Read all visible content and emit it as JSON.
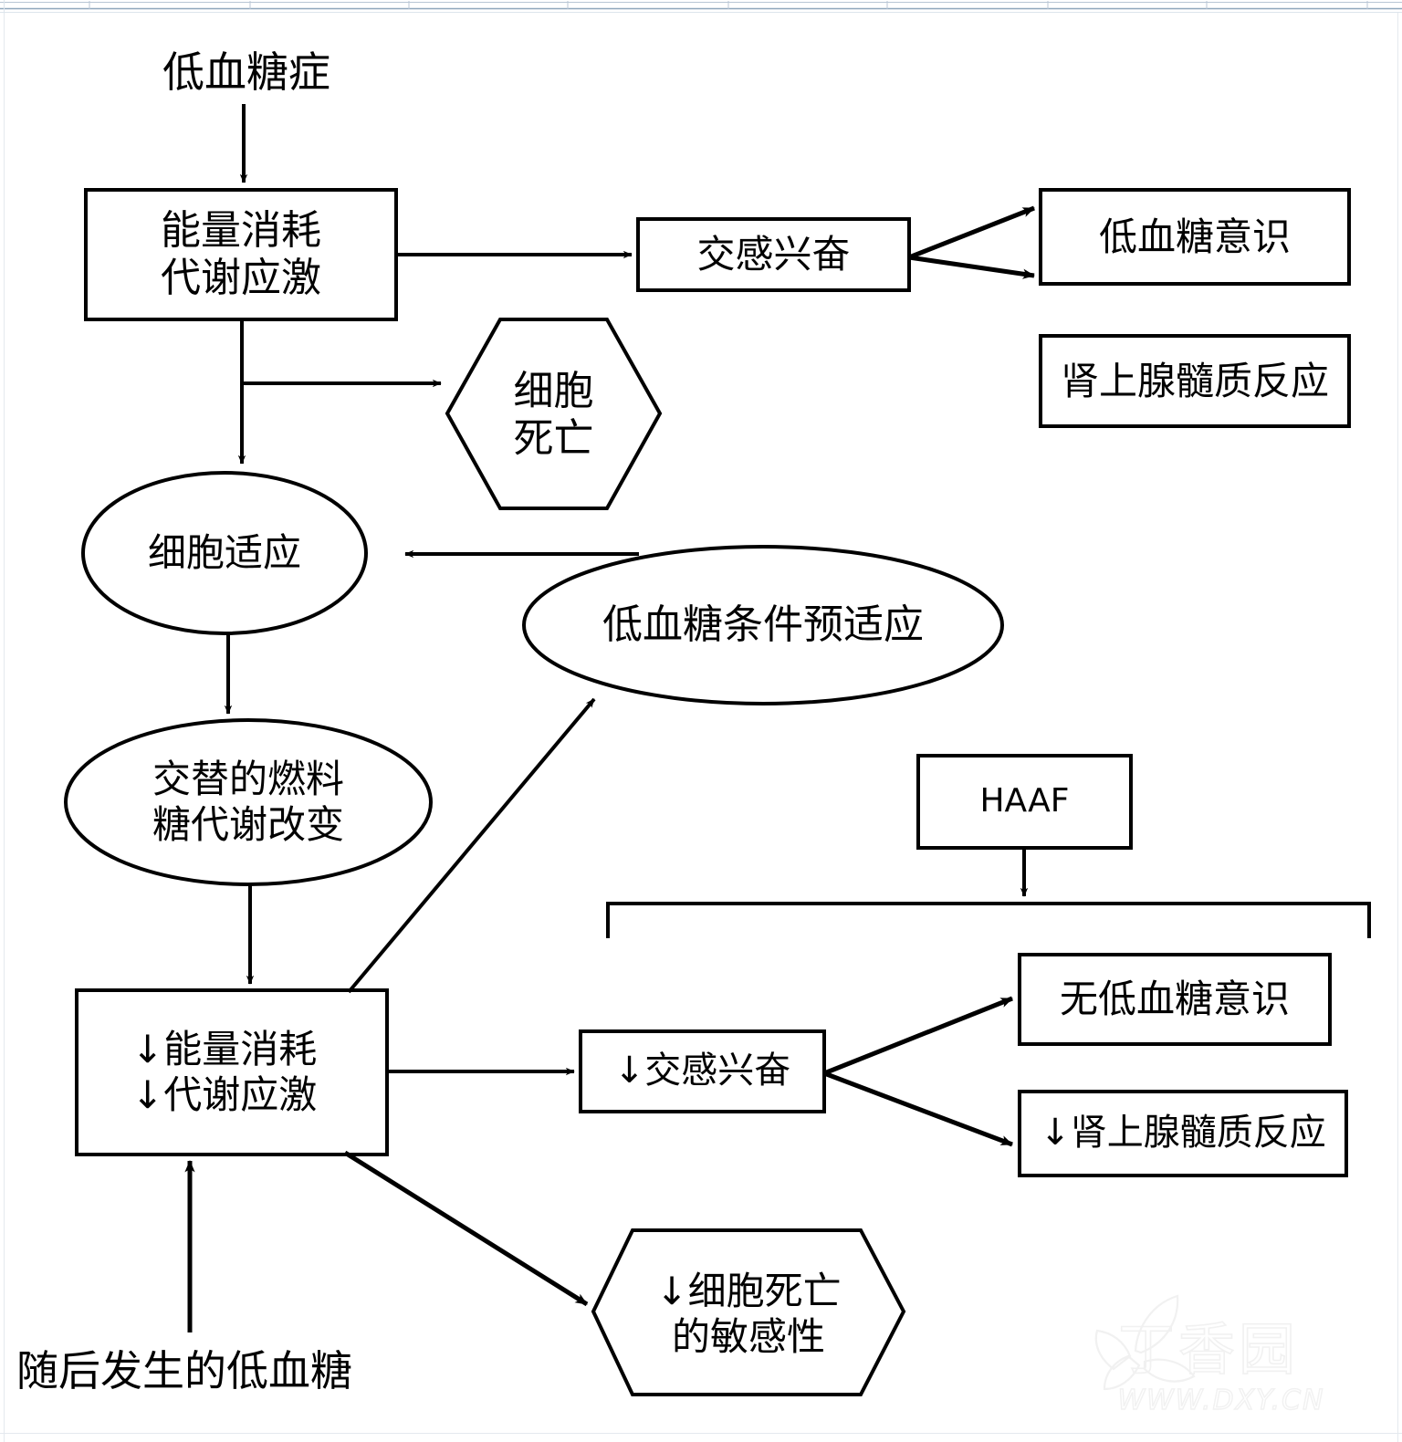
{
  "diagram": {
    "title_note": "低血糖适应与HAAF机制流程图",
    "watermark": {
      "brand": "丁香园",
      "url": "WWW.DXY.CN"
    },
    "nodes": [
      {
        "id": "hypoglycemia",
        "shape": "text",
        "label": "低血糖症",
        "lines": [
          "低血糖症"
        ]
      },
      {
        "id": "energy-metab",
        "shape": "rect",
        "label": "能量消耗\n代谢应激",
        "lines": [
          "能量消耗",
          "代谢应激"
        ]
      },
      {
        "id": "sympathetic",
        "shape": "rect",
        "label": "交感兴奋",
        "lines": [
          "交感兴奋"
        ]
      },
      {
        "id": "hypo-awareness",
        "shape": "rect",
        "label": "低血糖意识",
        "lines": [
          "低血糖意识"
        ]
      },
      {
        "id": "adrenal-medulla",
        "shape": "rect",
        "label": "肾上腺髓质反应",
        "lines": [
          "肾上腺髓质反应"
        ]
      },
      {
        "id": "cell-death",
        "shape": "hexagon",
        "label": "细胞\n死亡",
        "lines": [
          "细胞",
          "死亡"
        ]
      },
      {
        "id": "cell-adaptation",
        "shape": "ellipse",
        "label": "细胞适应",
        "lines": [
          "细胞适应"
        ]
      },
      {
        "id": "hypo-precondition",
        "shape": "ellipse",
        "label": "低血糖条件预适应",
        "lines": [
          "低血糖条件预适应"
        ]
      },
      {
        "id": "alt-fuel",
        "shape": "ellipse",
        "label": "交替的燃料\n糖代谢改变",
        "lines": [
          "交替的燃料",
          "糖代谢改变"
        ]
      },
      {
        "id": "haaf",
        "shape": "rect",
        "label": "HAAF",
        "lines": [
          "HAAF"
        ]
      },
      {
        "id": "energy-metab-down",
        "shape": "rect",
        "label": "↓能量消耗\n↓代谢应激",
        "lines": [
          "↓能量消耗",
          "↓代谢应激"
        ]
      },
      {
        "id": "sympathetic-down",
        "shape": "rect",
        "label": "↓交感兴奋",
        "lines": [
          "↓交感兴奋"
        ]
      },
      {
        "id": "no-hypo-awareness",
        "shape": "rect",
        "label": "无低血糖意识",
        "lines": [
          "无低血糖意识"
        ]
      },
      {
        "id": "adrenal-down",
        "shape": "rect",
        "label": "↓肾上腺髓质反应",
        "lines": [
          "↓肾上腺髓质反应"
        ]
      },
      {
        "id": "cell-death-down",
        "shape": "hexagon",
        "label": "↓细胞死亡\n的敏感性",
        "lines": [
          "↓细胞死亡",
          "的敏感性"
        ]
      },
      {
        "id": "subsequent-hypo",
        "shape": "text",
        "label": "随后发生的低血糖",
        "lines": [
          "随后发生的低血糖"
        ]
      }
    ],
    "edges": [
      {
        "from": "hypoglycemia",
        "to": "energy-metab",
        "kind": "arrow-down"
      },
      {
        "from": "energy-metab",
        "to": "sympathetic",
        "kind": "arrow-right"
      },
      {
        "from": "sympathetic",
        "to": "hypo-awareness",
        "kind": "arrow-fork-up"
      },
      {
        "from": "sympathetic",
        "to": "adrenal-medulla",
        "kind": "arrow-fork-down"
      },
      {
        "from": "energy-metab",
        "to": "cell-death",
        "kind": "arrow-right"
      },
      {
        "from": "energy-metab",
        "to": "cell-adaptation",
        "kind": "arrow-down"
      },
      {
        "from": "cell-adaptation",
        "to": "alt-fuel",
        "kind": "arrow-down"
      },
      {
        "from": "hypo-precondition",
        "to": "cell-adaptation",
        "kind": "arrow-left"
      },
      {
        "from": "alt-fuel",
        "to": "energy-metab-down",
        "kind": "arrow-down"
      },
      {
        "from": "energy-metab-down",
        "to": "hypo-precondition",
        "kind": "arrow-diagonal-up"
      },
      {
        "from": "haaf",
        "to": "bracket",
        "kind": "arrow-down"
      },
      {
        "from": "energy-metab-down",
        "to": "sympathetic-down",
        "kind": "arrow-right"
      },
      {
        "from": "sympathetic-down",
        "to": "no-hypo-awareness",
        "kind": "arrow-fork-up"
      },
      {
        "from": "sympathetic-down",
        "to": "adrenal-down",
        "kind": "arrow-fork-down"
      },
      {
        "from": "energy-metab-down",
        "to": "cell-death-down",
        "kind": "arrow-diagonal-down"
      },
      {
        "from": "subsequent-hypo",
        "to": "energy-metab-down",
        "kind": "arrow-up"
      }
    ],
    "colors": {
      "stroke": "#000000",
      "fill": "#ffffff",
      "background": "#ffffff",
      "watermark": "#f2f2f2",
      "grid": "#c9d4de"
    }
  }
}
